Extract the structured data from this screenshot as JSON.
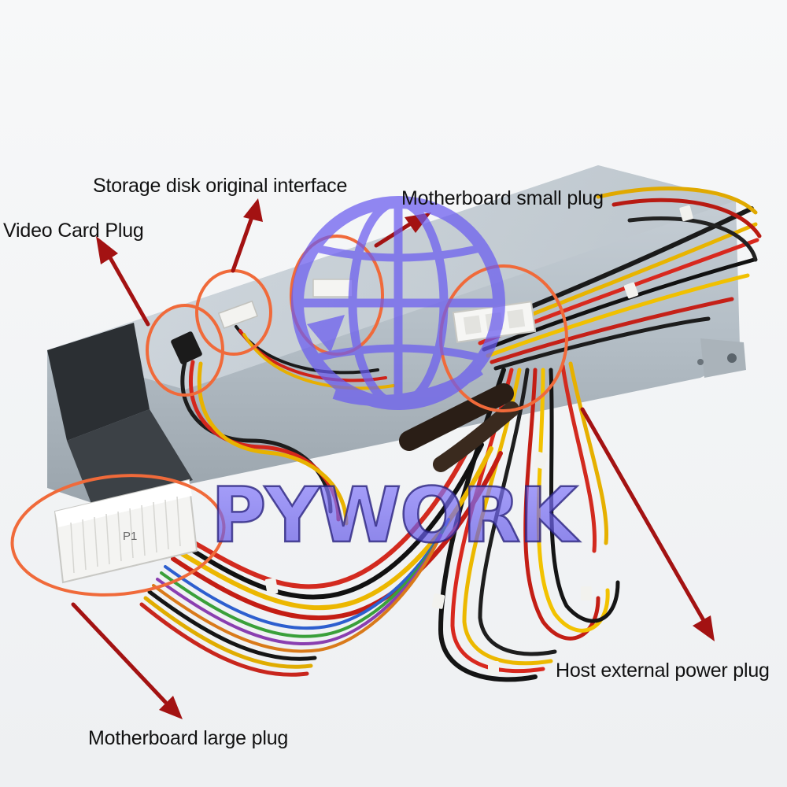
{
  "labels": {
    "storage": "Storage disk original interface",
    "video": "Video Card Plug",
    "mb_small": "Motherboard small plug",
    "host_external": "Host external power plug",
    "mb_large": "Motherboard large plug"
  },
  "connector": {
    "p1": "P1"
  },
  "watermark": {
    "text": "PYWORK"
  },
  "colors": {
    "arrow": "#a31212",
    "circle": "#f06a3a",
    "watermark": "#6a5cf0"
  }
}
